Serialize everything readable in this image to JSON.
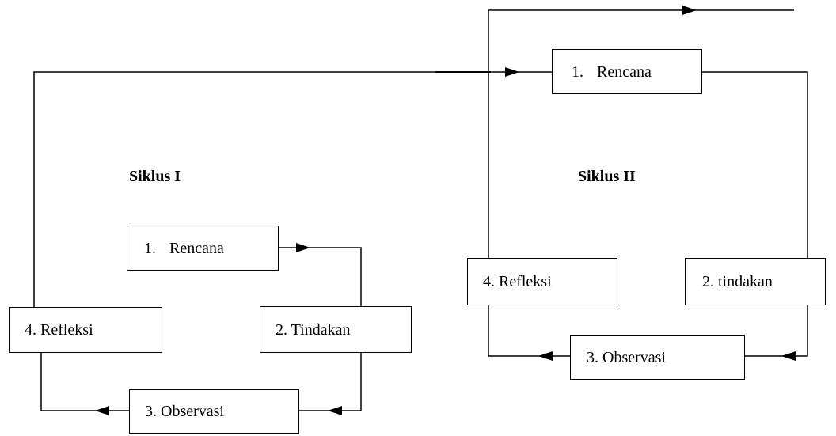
{
  "cycle1": {
    "label": "Siklus I",
    "plan": "1. Rencana",
    "action": "2. Tindakan",
    "observation": "3. Observasi",
    "reflection": "4. Refleksi"
  },
  "cycle2": {
    "label": "Siklus II",
    "plan": "1. Rencana",
    "action": "2. tindakan",
    "observation": "3. Observasi",
    "reflection": "4. Refleksi"
  }
}
